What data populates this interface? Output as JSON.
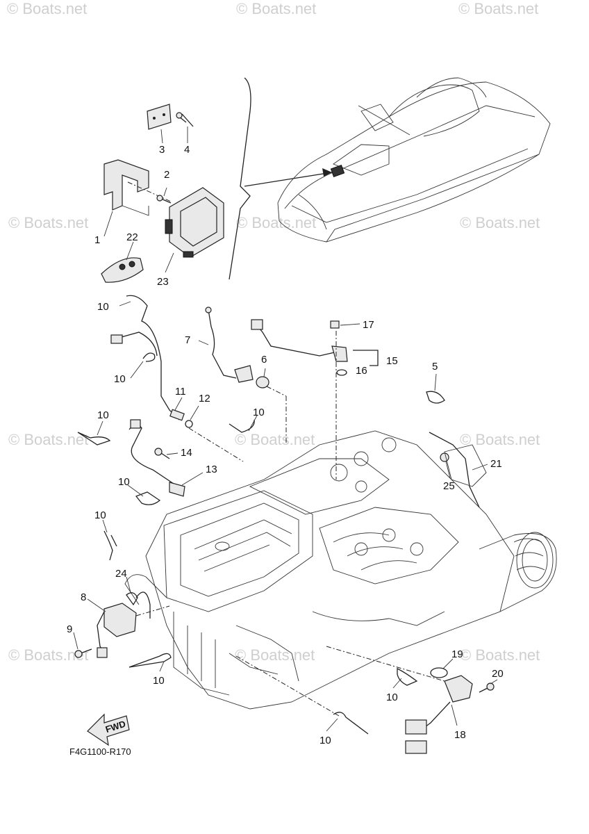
{
  "watermark": "© Boats.net",
  "diagram_code": "F4G1100-R170",
  "fwd_label": "FWD",
  "callouts": {
    "c1": "1",
    "c2": "2",
    "c3": "3",
    "c4": "4",
    "c5": "5",
    "c6": "6",
    "c7": "7",
    "c8": "8",
    "c9": "9",
    "c10a": "10",
    "c10b": "10",
    "c10c": "10",
    "c10d": "10",
    "c10e": "10",
    "c10f": "10",
    "c10g": "10",
    "c10h": "10",
    "c10i": "10",
    "c11": "11",
    "c12": "12",
    "c13": "13",
    "c14": "14",
    "c15": "15",
    "c16": "16",
    "c17": "17",
    "c18": "18",
    "c19": "19",
    "c20": "20",
    "c21": "21",
    "c22": "22",
    "c23": "23",
    "c24": "24",
    "c25": "25"
  }
}
